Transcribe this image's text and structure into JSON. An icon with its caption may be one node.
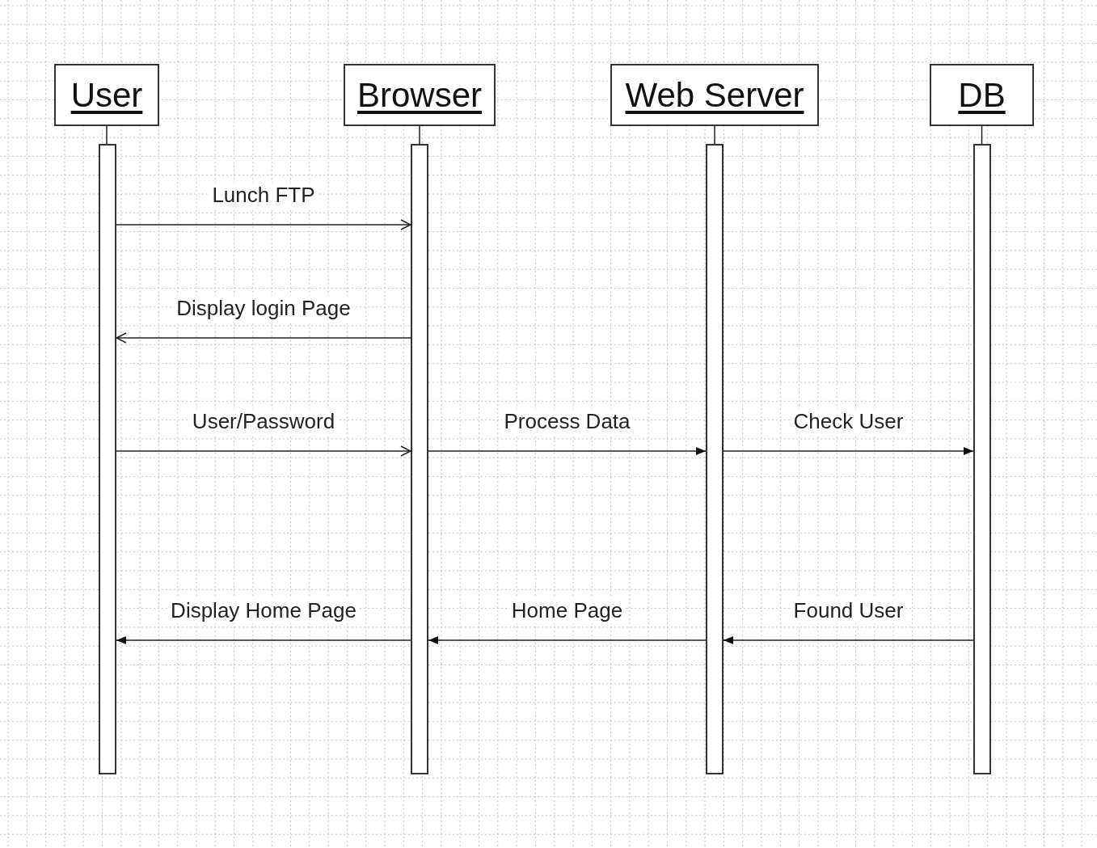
{
  "diagram": {
    "nodes": [
      {
        "text": [
          "User"
        ]
      },
      {
        "text": [
          "Browser"
        ]
      },
      {
        "text": [
          "Web Server"
        ]
      },
      {
        "text": [
          "DB"
        ]
      },
      {
        "text": [],
        "shape": "bar"
      },
      {
        "text": [],
        "shape": "bar"
      },
      {
        "text": [],
        "shape": "bar"
      },
      {
        "text": [],
        "shape": "bar"
      }
    ],
    "edges": [
      {
        "from": 0,
        "to": 4,
        "arrow": "none"
      },
      {
        "from": 1,
        "to": 5,
        "arrow": "none"
      },
      {
        "from": 2,
        "to": 6,
        "arrow": "none"
      },
      {
        "from": 3,
        "to": 7,
        "arrow": "none"
      },
      {
        "from": 4,
        "to": 5,
        "label": "Lunch FTP",
        "arrow": "to"
      },
      {
        "from": 5,
        "to": 4,
        "label": "Display login Page",
        "arrow": "to"
      },
      {
        "from": 4,
        "to": 5,
        "label": "User/Password",
        "arrow": "to"
      },
      {
        "from": 5,
        "to": 6,
        "label": "Process Data",
        "arrow": "to"
      },
      {
        "from": 6,
        "to": 7,
        "label": "Check User",
        "arrow": "to"
      },
      {
        "from": 5,
        "to": 4,
        "label": "Display Home Page",
        "arrow": "to"
      },
      {
        "from": 6,
        "to": 5,
        "label": "Home Page",
        "arrow": "to"
      },
      {
        "from": 7,
        "to": 6,
        "label": "Found User",
        "arrow": "to"
      }
    ]
  }
}
